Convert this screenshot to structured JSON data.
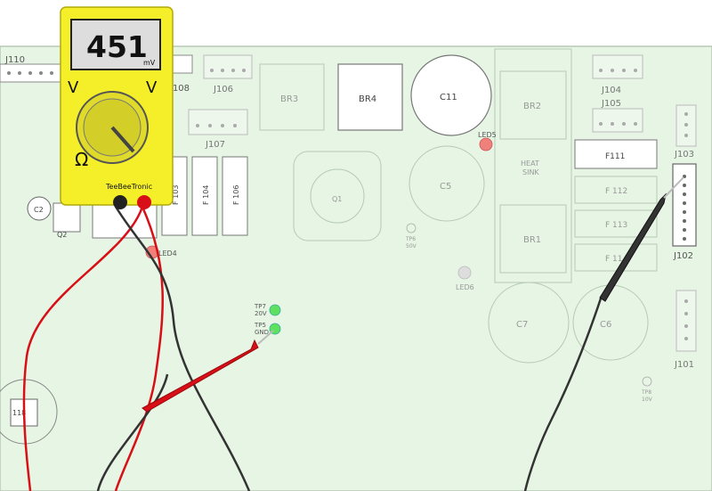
{
  "meter": {
    "reading": "451",
    "unit": "mV",
    "brand": "TeeBeeTronic",
    "mode_ac_volts": "V",
    "mode_dc_volts": "V",
    "mode_ohms": "Ω"
  },
  "board": {
    "connectors": {
      "j110": "J110",
      "j108": "J108",
      "j106": "J106",
      "j107": "J107",
      "j104": "J104",
      "j105": "J105",
      "j103": "J103",
      "j102": "J102",
      "j101": "J101"
    },
    "bridges": {
      "br3": "BR3",
      "br4": "BR4",
      "br2": "BR2",
      "br1": "BR1"
    },
    "capacitors": {
      "c11": "C11",
      "c5": "C5",
      "c7": "C7",
      "c6": "C6",
      "c2": "C2"
    },
    "fuses": {
      "f103": "F 103",
      "f104": "F 104",
      "f106": "F 106",
      "f111": "F111",
      "f112": "F 112",
      "f113": "F 113",
      "f114": "F 11"
    },
    "leds": {
      "led5": "LED5",
      "led4": "LED4",
      "led6": "LED6"
    },
    "testpoints": {
      "tp7_name": "TP7",
      "tp7_voltage": "20V",
      "tp5_name": "TP5",
      "tp5_label": "GND",
      "tp6_name": "TP6",
      "tp6_voltage": "50V",
      "tp8_name": "TP8",
      "tp8_voltage": "10V"
    },
    "misc": {
      "q1": "Q1",
      "q2": "Q2",
      "heat_sink_line1": "HEAT",
      "heat_sink_line2": "SINK",
      "u18": "118"
    }
  },
  "colors": {
    "board": "#e6f5e4",
    "meter_body": "#f5ef2a",
    "probe_red": "#d80f16",
    "probe_black": "#333333",
    "led_red": "#f0807a",
    "tp_green": "#5ee061"
  }
}
